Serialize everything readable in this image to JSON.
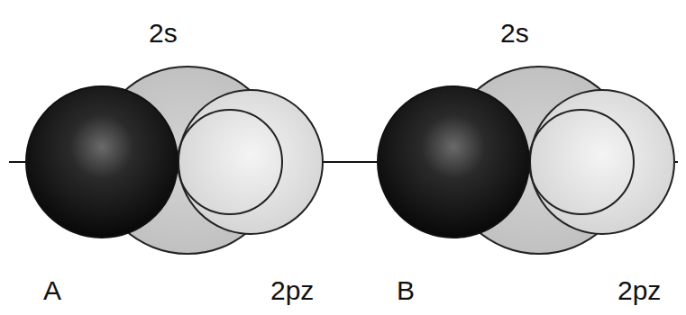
{
  "diagram": {
    "labels": [
      "2s",
      "2s",
      "A",
      "2pz",
      "B",
      "2pz"
    ]
  }
}
